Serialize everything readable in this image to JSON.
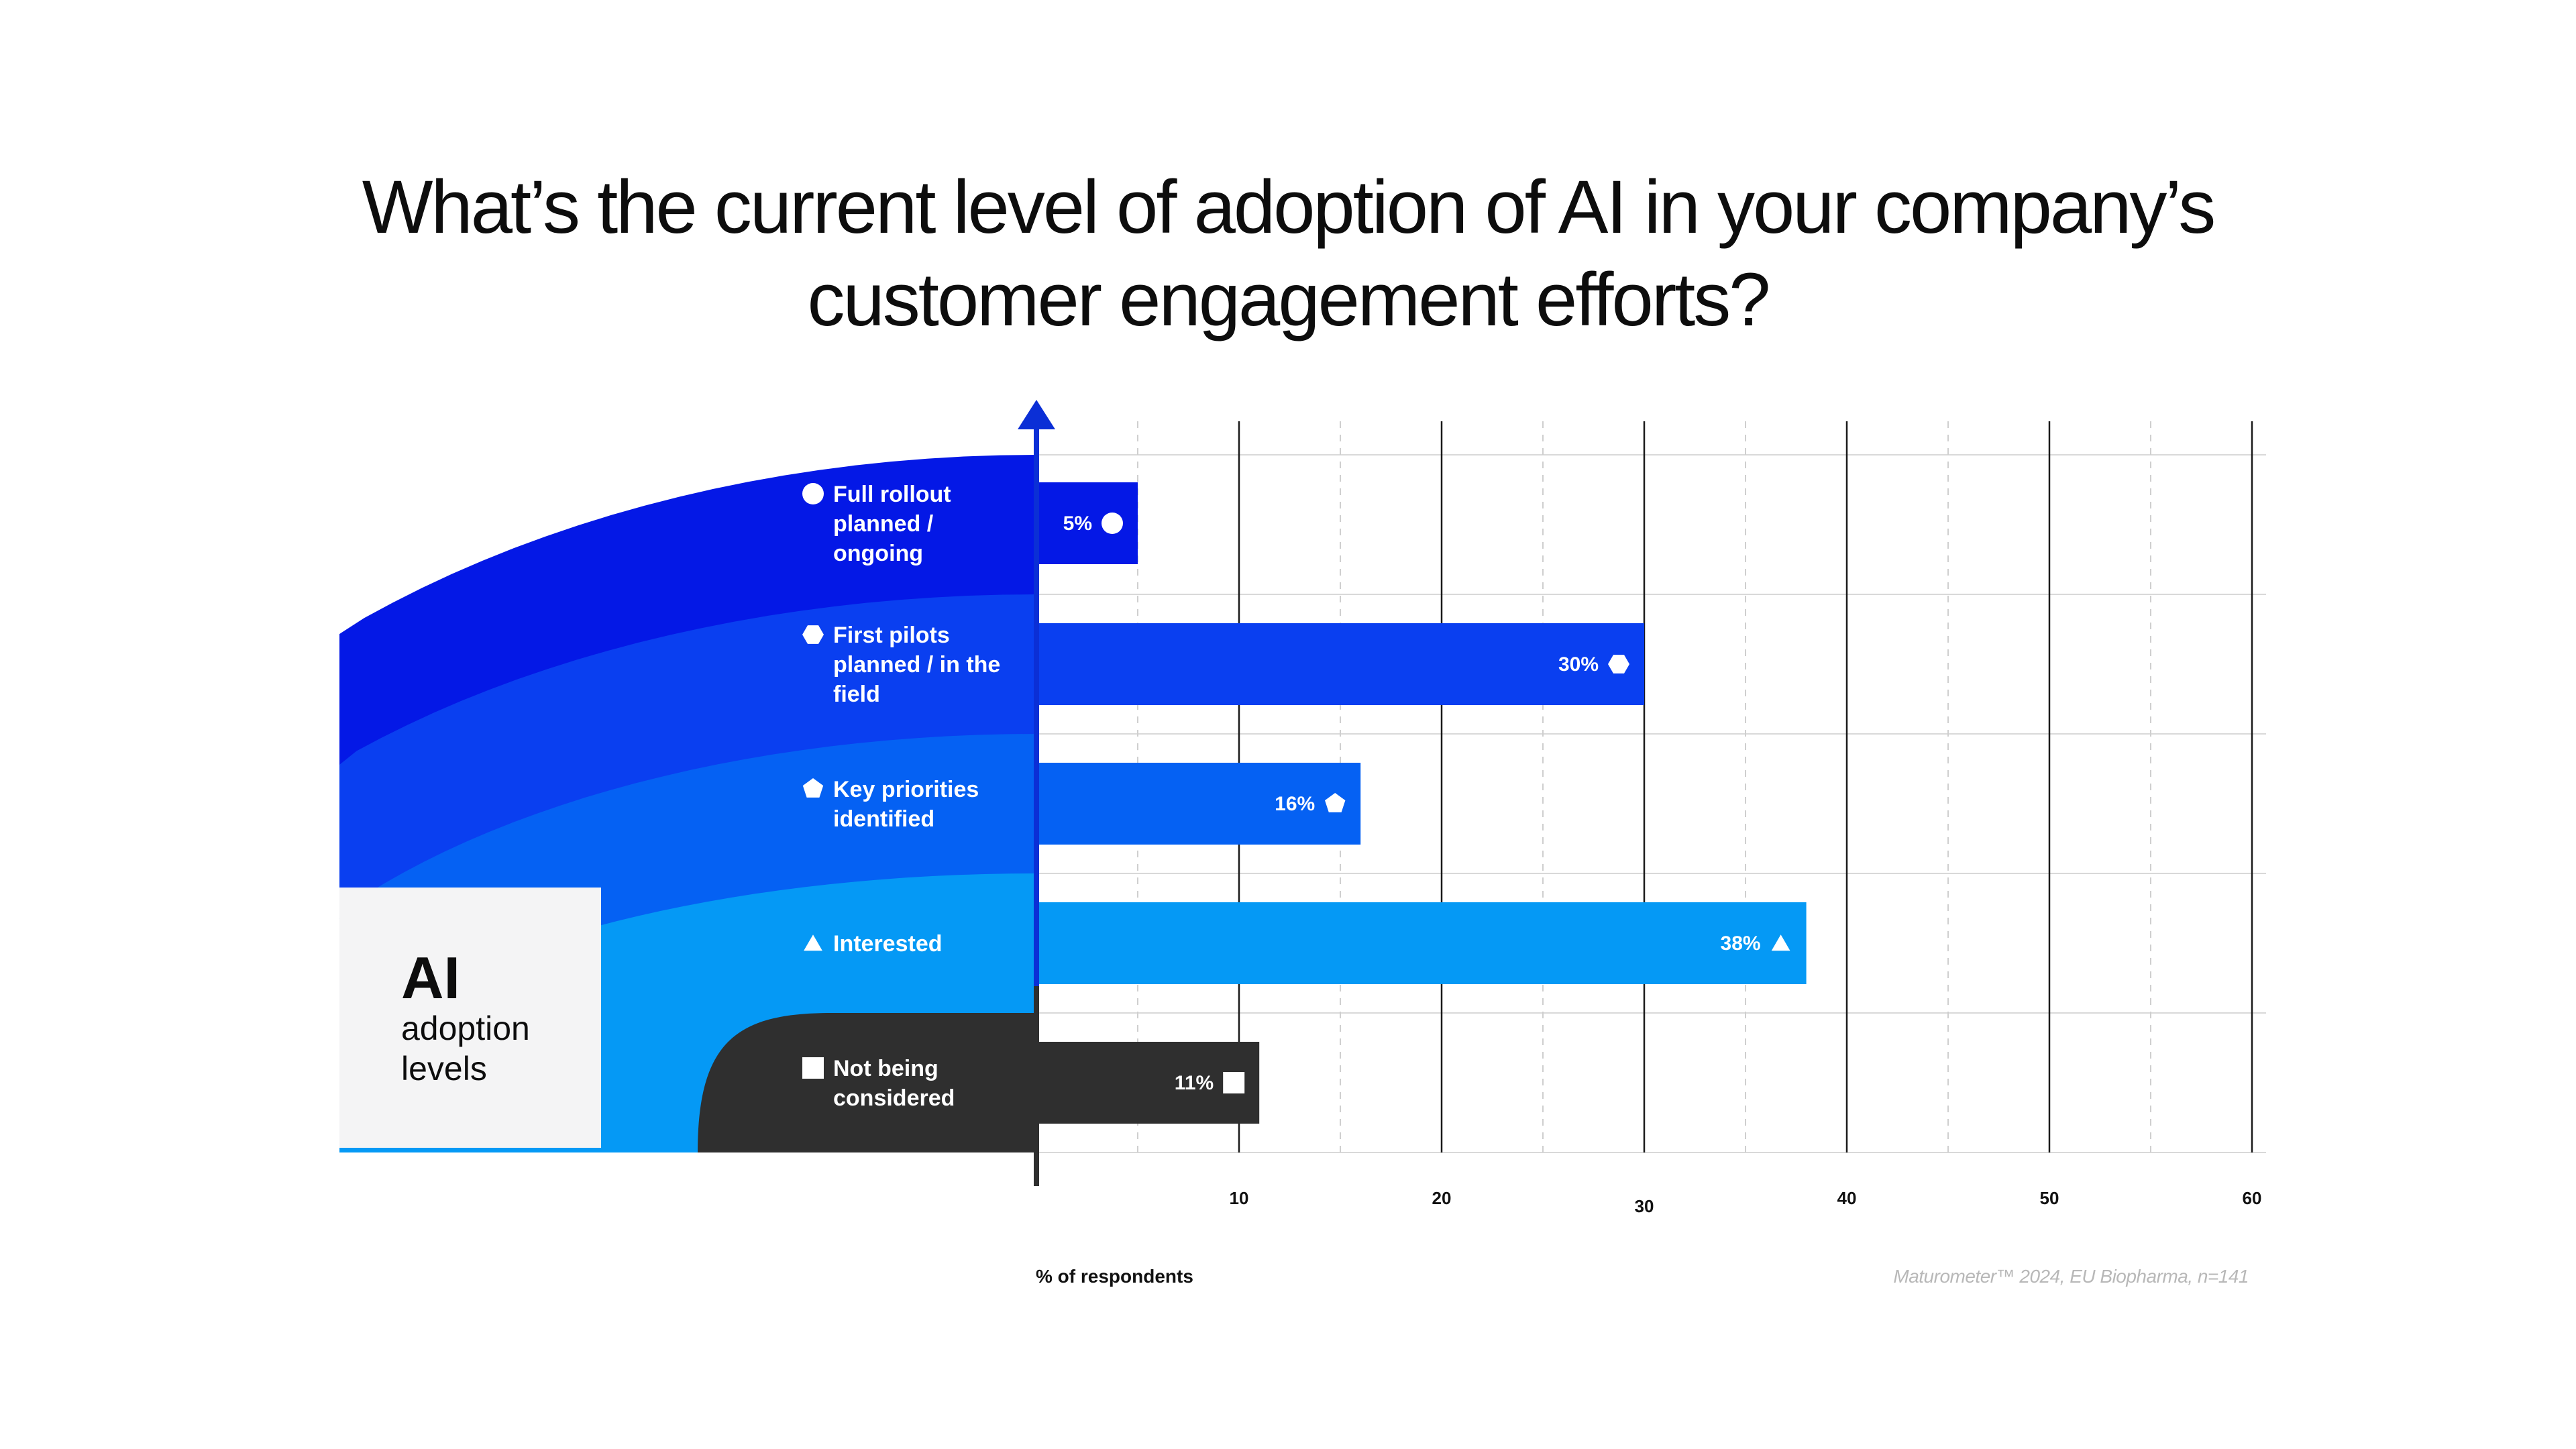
{
  "title_lines": [
    "What’s the current level of adoption of AI in your company’s",
    "customer engagement efforts?"
  ],
  "legend": {
    "big": "AI",
    "sub": "adoption levels"
  },
  "footer": {
    "xlabel": "% of respondents",
    "source": "Maturometer™ 2024, EU Biopharma, n=141"
  },
  "chart_data": {
    "type": "bar",
    "orientation": "horizontal",
    "categories": [
      "Full rollout planned / ongoing",
      "First pilots planned / in the field",
      "Key priorities identified",
      "Interested",
      "Not being considered"
    ],
    "category_lines": [
      [
        "Full rollout",
        "planned /",
        "ongoing"
      ],
      [
        "First pilots",
        "planned / in the",
        "field"
      ],
      [
        "Key priorities",
        "identified"
      ],
      [
        "Interested"
      ],
      [
        "Not being",
        "considered"
      ]
    ],
    "values": [
      5,
      30,
      16,
      38,
      11
    ],
    "value_labels": [
      "5%",
      "30%",
      "16%",
      "38%",
      "11%"
    ],
    "colors": [
      "#0418e6",
      "#0a3ff0",
      "#0561f3",
      "#0599f5",
      "#2f2f2f"
    ],
    "markers": [
      "circle",
      "hexagon",
      "pentagon",
      "triangle",
      "square"
    ],
    "xticks": [
      "10",
      "20",
      "30",
      "40",
      "50",
      "60"
    ],
    "xlim": [
      0,
      60
    ],
    "grid": true
  }
}
